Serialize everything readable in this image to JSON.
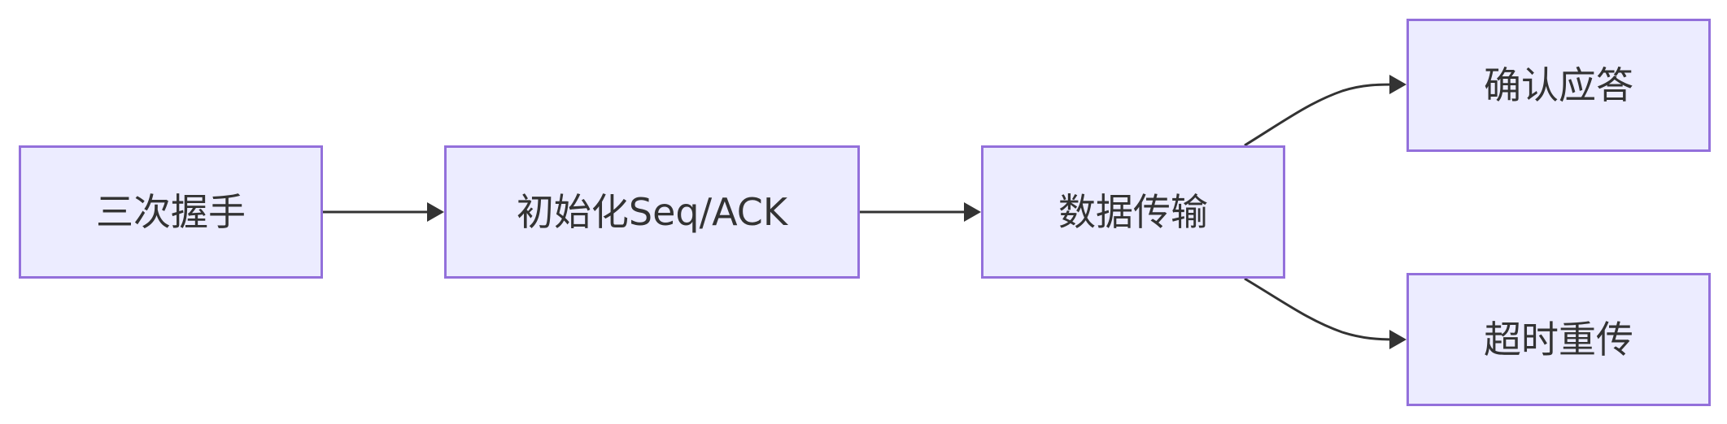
{
  "nodes": {
    "handshake": "三次握手",
    "init_seq_ack": "初始化Seq/ACK",
    "data_transfer": "数据传输",
    "ack_reply": "确认应答",
    "timeout_retransmit": "超时重传"
  },
  "edges": [
    {
      "from": "handshake",
      "to": "init_seq_ack"
    },
    {
      "from": "init_seq_ack",
      "to": "data_transfer"
    },
    {
      "from": "data_transfer",
      "to": "ack_reply"
    },
    {
      "from": "data_transfer",
      "to": "timeout_retransmit"
    }
  ],
  "colors": {
    "node_fill": "#ececff",
    "node_border": "#9370db",
    "edge": "#333333",
    "text": "#333333"
  }
}
